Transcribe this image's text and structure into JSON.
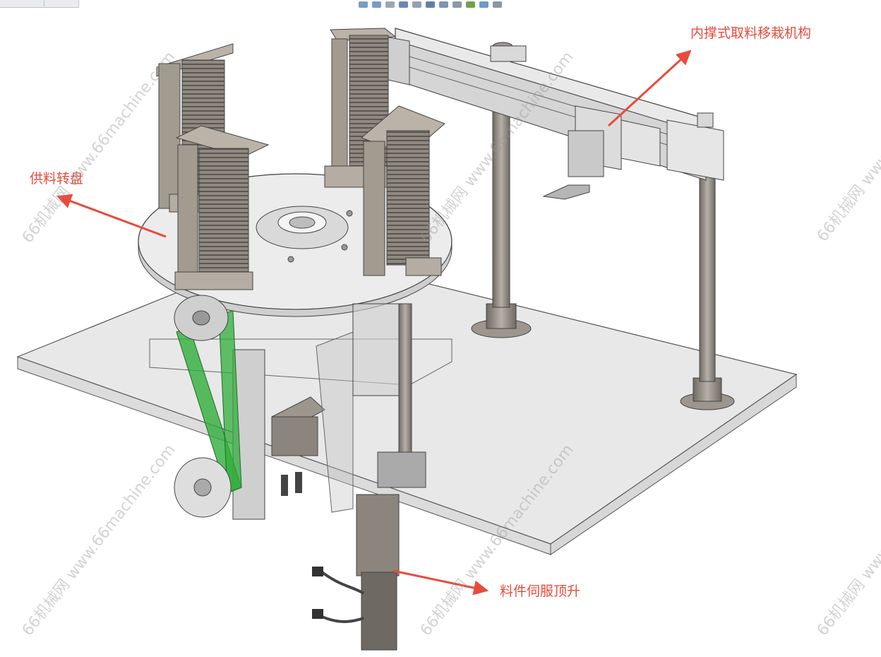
{
  "labels": {
    "transfer": "内撑式取料移栽机构",
    "turntable": "供料转盘",
    "lift": "料件伺服顶升"
  },
  "watermark": "66机械网 www.66machine.com",
  "colors": {
    "annotation": "#e84b3c",
    "belt": "#2fae3a",
    "metal": "#a09a92",
    "plate": "#d6d6d6"
  }
}
